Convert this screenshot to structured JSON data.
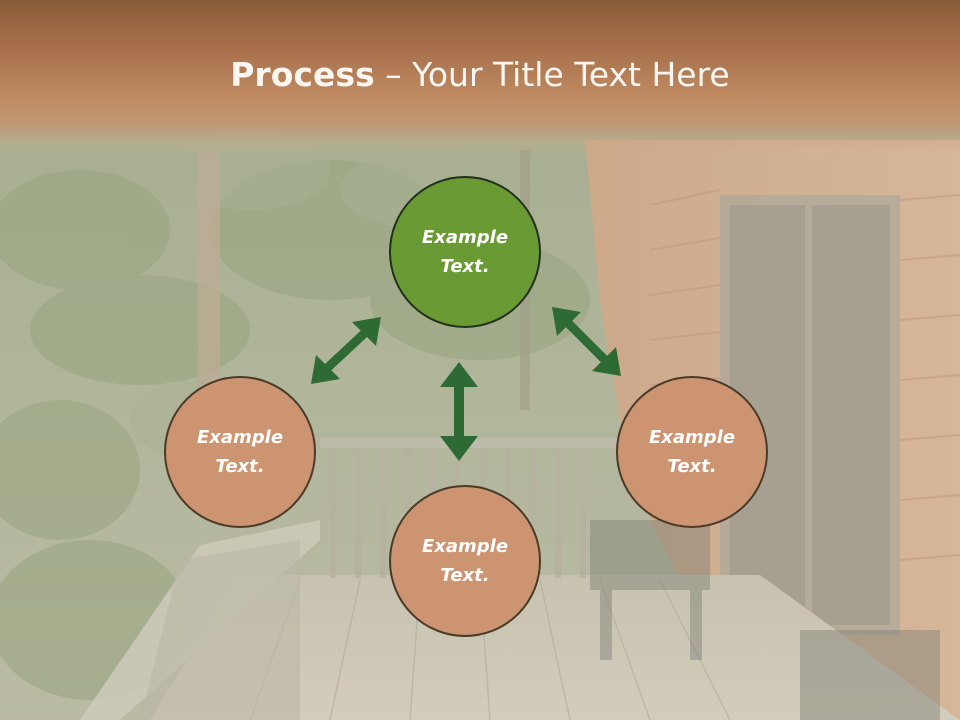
{
  "slide": {
    "title_bold": "Process",
    "title_rest": " – Your Title Text Here"
  },
  "nodes": [
    {
      "label": "Example Text.",
      "role": "center-top",
      "color": "#6a9a34"
    },
    {
      "label": "Example Text.",
      "role": "left",
      "color": "#cc9470"
    },
    {
      "label": "Example Text.",
      "role": "right",
      "color": "#cc9470"
    },
    {
      "label": "Example Text.",
      "role": "bottom",
      "color": "#cc9470"
    }
  ],
  "colors": {
    "header": "#a66f4a",
    "arrow": "#2e6a34",
    "node_green": "#6a9a34",
    "node_brown": "#cc9470"
  },
  "icons": {
    "arrows": "double-headed-arrow"
  }
}
